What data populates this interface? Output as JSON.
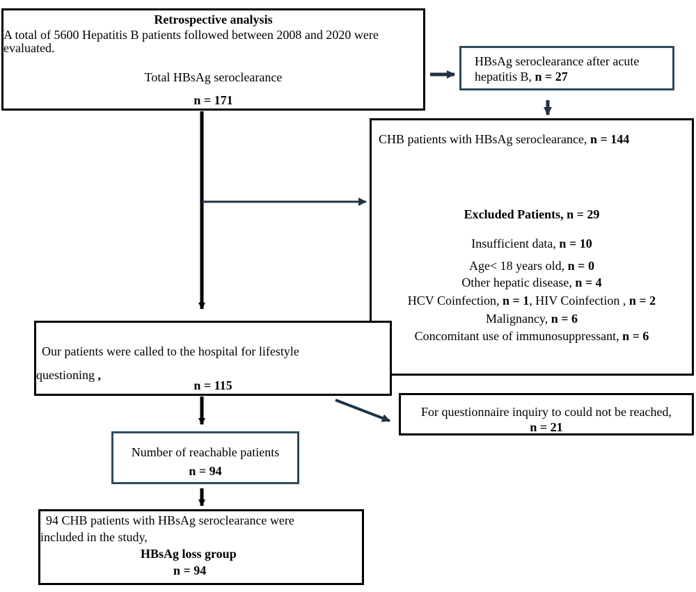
{
  "retro": {
    "title": "Retrospective analysis",
    "line1": "A total of 5600  Hepatitis B patients  followed between 2008 and 2020 were",
    "line2": "evaluated.",
    "line3": "Total HBsAg seroclearance",
    "n": "n = 171"
  },
  "acute": {
    "line1": "HBsAg seroclearance after acute",
    "line2": "hepatitis B,",
    "n": "n = 27"
  },
  "chb": {
    "label": "CHB patients with HBsAg seroclearance,",
    "n": "n = 144"
  },
  "excluded": {
    "title": "Excluded Patients,",
    "n": "n = 29",
    "insufficient": "Insufficient data,",
    "insufficient_n": "n = 10",
    "age": "Age< 18 years old,",
    "age_n": "n = 0",
    "hepatic": "Other hepatic disease,",
    "hepatic_n": "n = 4",
    "hcv": "HCV Coinfection,",
    "hcv_n": "n = 1",
    "hiv": ", HIV Coinfection ,",
    "hiv_n": "n = 2",
    "malignancy": "Malignancy,",
    "malignancy_n": "n = 6",
    "immuno": "Concomitant use of immunosuppressant,",
    "immuno_n": "n = 6"
  },
  "called": {
    "line1": "Our patients were called to the hospital for lifestyle",
    "line2": "questioning",
    "line2_punct": ",",
    "n": "n = 115"
  },
  "unreached": {
    "line1": "For questionnaire inquiry to could not be reached,",
    "n": "n = 21"
  },
  "reachable": {
    "line1": "Number of reachable patients",
    "n": "n = 94"
  },
  "included": {
    "line1": "94 CHB patients with HBsAg seroclearance were",
    "line2": "included in the study,",
    "group": "HBsAg  loss group",
    "n": "n = 94"
  }
}
